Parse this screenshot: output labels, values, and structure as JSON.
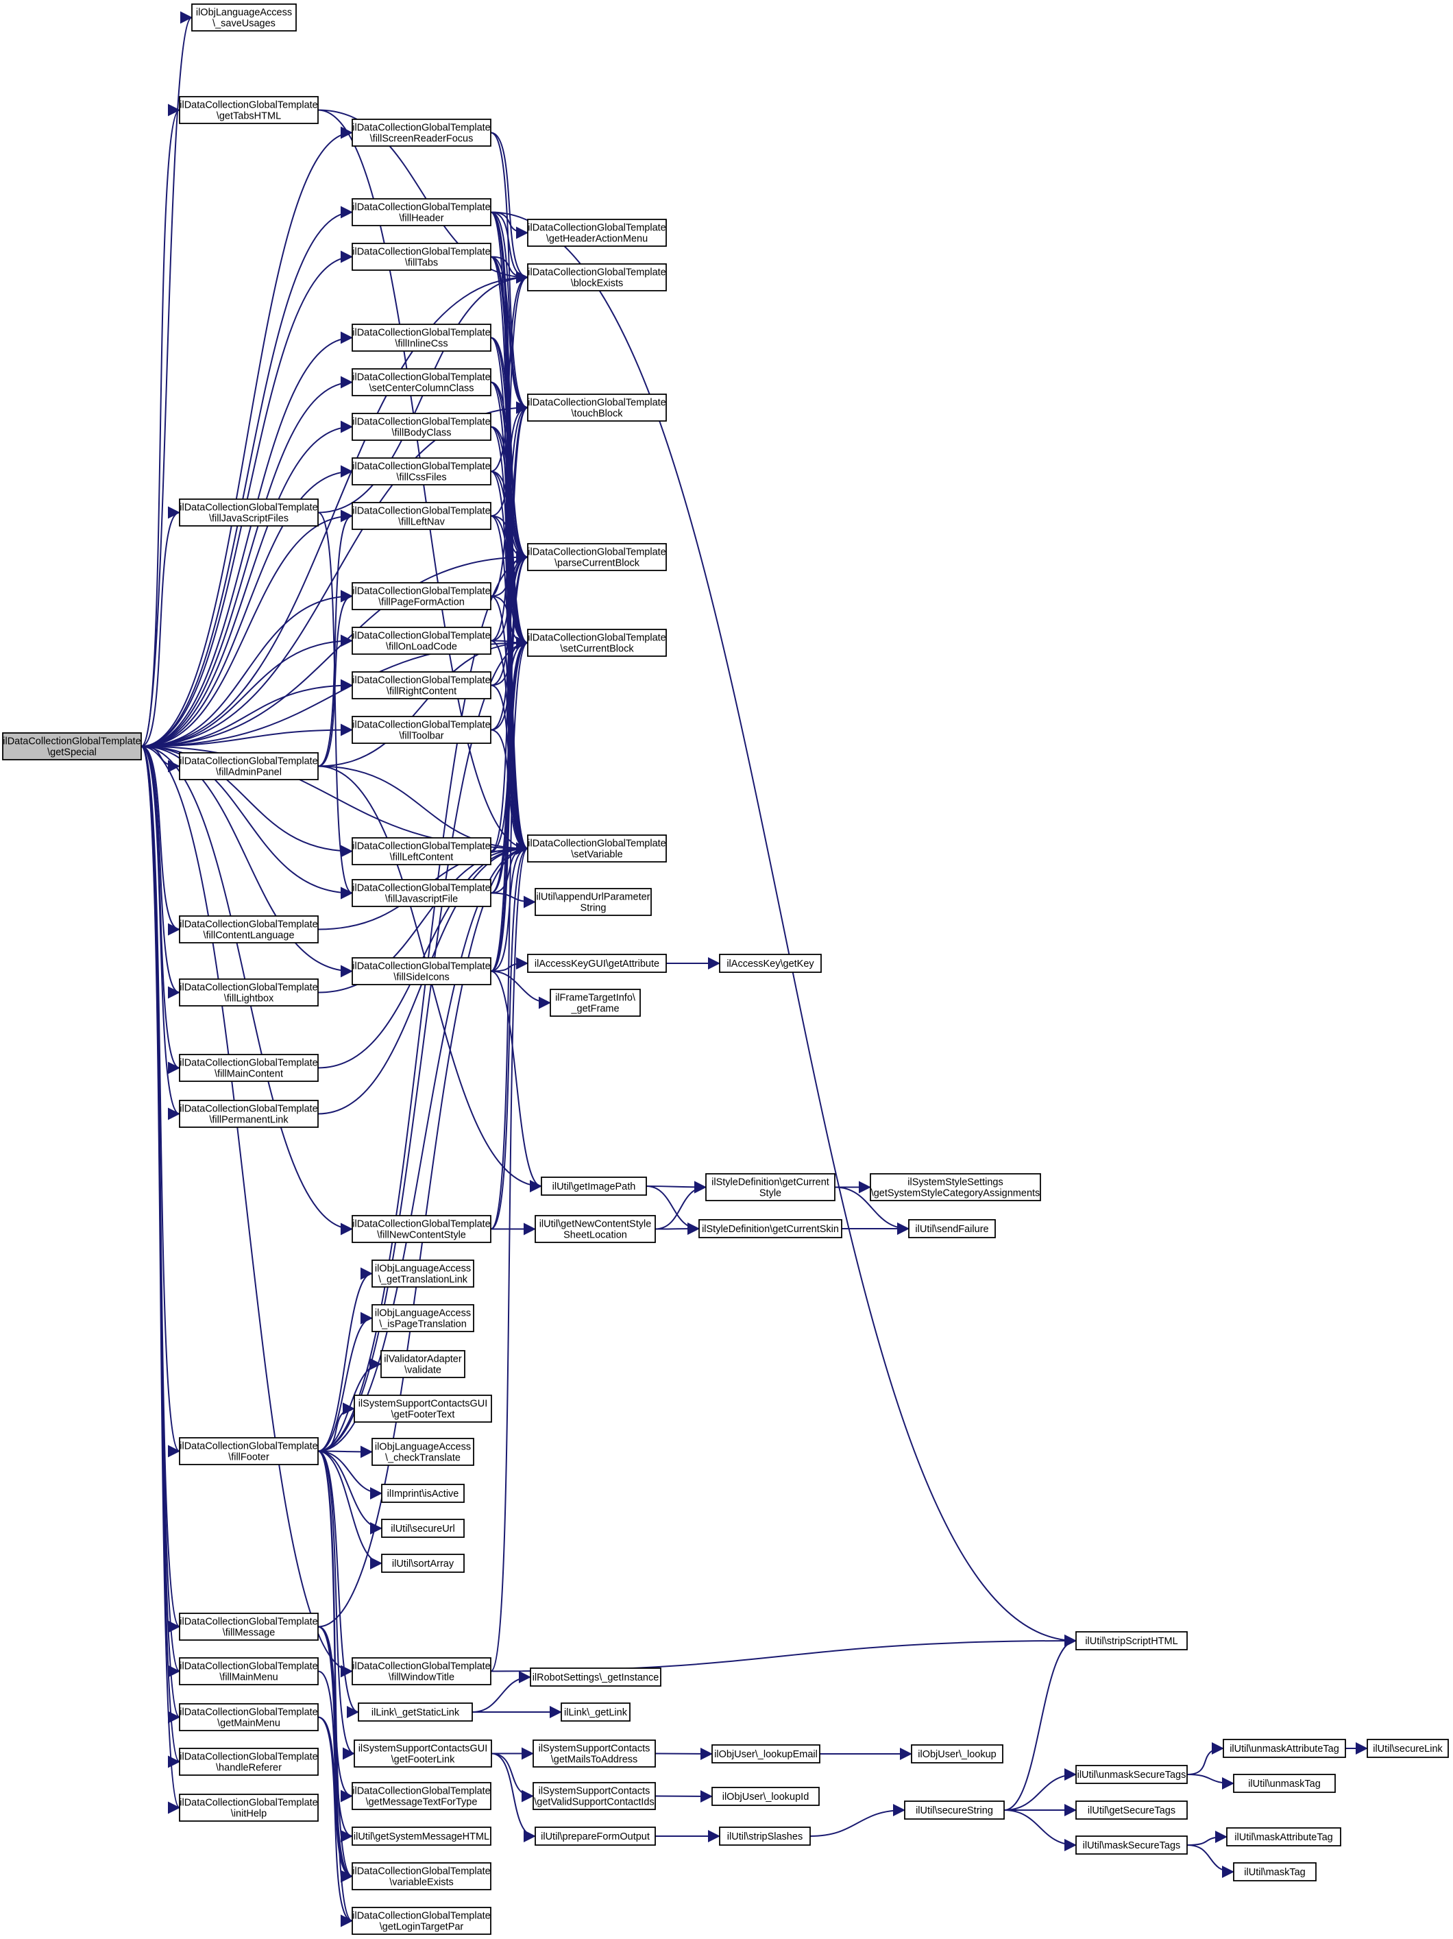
{
  "root": "ilDataCollectionGlobalTemplate::getSpecial",
  "nodes": [
    {
      "id": "root",
      "lines": [
        "ilDataCollectionGlobalTemplate",
        "\\getSpecial"
      ],
      "root": true
    },
    {
      "id": "saveUsages",
      "lines": [
        "ilObjLanguageAccess",
        "\\_saveUsages"
      ]
    },
    {
      "id": "getTabsHTML",
      "lines": [
        "ilDataCollectionGlobalTemplate",
        "\\getTabsHTML"
      ]
    },
    {
      "id": "fillScreenReaderFocus",
      "lines": [
        "ilDataCollectionGlobalTemplate",
        "\\fillScreenReaderFocus"
      ]
    },
    {
      "id": "fillHeader",
      "lines": [
        "ilDataCollectionGlobalTemplate",
        "\\fillHeader"
      ]
    },
    {
      "id": "fillTabs",
      "lines": [
        "ilDataCollectionGlobalTemplate",
        "\\fillTabs"
      ]
    },
    {
      "id": "fillInlineCss",
      "lines": [
        "ilDataCollectionGlobalTemplate",
        "\\fillInlineCss"
      ]
    },
    {
      "id": "setCenterColumnClass",
      "lines": [
        "ilDataCollectionGlobalTemplate",
        "\\setCenterColumnClass"
      ]
    },
    {
      "id": "fillBodyClass",
      "lines": [
        "ilDataCollectionGlobalTemplate",
        "\\fillBodyClass"
      ]
    },
    {
      "id": "fillCssFiles",
      "lines": [
        "ilDataCollectionGlobalTemplate",
        "\\fillCssFiles"
      ]
    },
    {
      "id": "fillJavaScriptFiles",
      "lines": [
        "ilDataCollectionGlobalTemplate",
        "\\fillJavaScriptFiles"
      ]
    },
    {
      "id": "fillLeftNav",
      "lines": [
        "ilDataCollectionGlobalTemplate",
        "\\fillLeftNav"
      ]
    },
    {
      "id": "fillPageFormAction",
      "lines": [
        "ilDataCollectionGlobalTemplate",
        "\\fillPageFormAction"
      ]
    },
    {
      "id": "fillOnLoadCode",
      "lines": [
        "ilDataCollectionGlobalTemplate",
        "\\fillOnLoadCode"
      ]
    },
    {
      "id": "fillRightContent",
      "lines": [
        "ilDataCollectionGlobalTemplate",
        "\\fillRightContent"
      ]
    },
    {
      "id": "fillToolbar",
      "lines": [
        "ilDataCollectionGlobalTemplate",
        "\\fillToolbar"
      ]
    },
    {
      "id": "fillAdminPanel",
      "lines": [
        "ilDataCollectionGlobalTemplate",
        "\\fillAdminPanel"
      ]
    },
    {
      "id": "fillLeftContent",
      "lines": [
        "ilDataCollectionGlobalTemplate",
        "\\fillLeftContent"
      ]
    },
    {
      "id": "fillJavascriptFile",
      "lines": [
        "ilDataCollectionGlobalTemplate",
        "\\fillJavascriptFile"
      ]
    },
    {
      "id": "fillContentLanguage",
      "lines": [
        "ilDataCollectionGlobalTemplate",
        "\\fillContentLanguage"
      ]
    },
    {
      "id": "fillSideIcons",
      "lines": [
        "ilDataCollectionGlobalTemplate",
        "\\fillSideIcons"
      ]
    },
    {
      "id": "fillLightbox",
      "lines": [
        "ilDataCollectionGlobalTemplate",
        "\\fillLightbox"
      ]
    },
    {
      "id": "fillMainContent",
      "lines": [
        "ilDataCollectionGlobalTemplate",
        "\\fillMainContent"
      ]
    },
    {
      "id": "fillPermanentLink",
      "lines": [
        "ilDataCollectionGlobalTemplate",
        "\\fillPermanentLink"
      ]
    },
    {
      "id": "fillNewContentStyle",
      "lines": [
        "ilDataCollectionGlobalTemplate",
        "\\fillNewContentStyle"
      ]
    },
    {
      "id": "fillFooter",
      "lines": [
        "ilDataCollectionGlobalTemplate",
        "\\fillFooter"
      ]
    },
    {
      "id": "fillMessage",
      "lines": [
        "ilDataCollectionGlobalTemplate",
        "\\fillMessage"
      ]
    },
    {
      "id": "fillWindowTitle",
      "lines": [
        "ilDataCollectionGlobalTemplate",
        "\\fillWindowTitle"
      ]
    },
    {
      "id": "fillMainMenu",
      "lines": [
        "ilDataCollectionGlobalTemplate",
        "\\fillMainMenu"
      ]
    },
    {
      "id": "getMainMenu",
      "lines": [
        "ilDataCollectionGlobalTemplate",
        "\\getMainMenu"
      ]
    },
    {
      "id": "handleReferer",
      "lines": [
        "ilDataCollectionGlobalTemplate",
        "\\handleReferer"
      ]
    },
    {
      "id": "initHelp",
      "lines": [
        "ilDataCollectionGlobalTemplate",
        "\\initHelp"
      ]
    },
    {
      "id": "getHeaderActionMenu",
      "lines": [
        "ilDataCollectionGlobalTemplate",
        "\\getHeaderActionMenu"
      ]
    },
    {
      "id": "blockExists",
      "lines": [
        "ilDataCollectionGlobalTemplate",
        "\\blockExists"
      ]
    },
    {
      "id": "touchBlock",
      "lines": [
        "ilDataCollectionGlobalTemplate",
        "\\touchBlock"
      ]
    },
    {
      "id": "parseCurrentBlock",
      "lines": [
        "ilDataCollectionGlobalTemplate",
        "\\parseCurrentBlock"
      ]
    },
    {
      "id": "setCurrentBlock",
      "lines": [
        "ilDataCollectionGlobalTemplate",
        "\\setCurrentBlock"
      ]
    },
    {
      "id": "setVariable",
      "lines": [
        "ilDataCollectionGlobalTemplate",
        "\\setVariable"
      ]
    },
    {
      "id": "appendUrlParameterString",
      "lines": [
        "ilUtil\\appendUrlParameter",
        "String"
      ]
    },
    {
      "id": "getAttribute",
      "lines": [
        "ilAccessKeyGUI\\getAttribute"
      ]
    },
    {
      "id": "getKey",
      "lines": [
        "ilAccessKey\\getKey"
      ]
    },
    {
      "id": "getFrame",
      "lines": [
        "ilFrameTargetInfo\\",
        "_getFrame"
      ]
    },
    {
      "id": "getImagePath",
      "lines": [
        "ilUtil\\getImagePath"
      ]
    },
    {
      "id": "getNewContentStyleSheetLocation",
      "lines": [
        "ilUtil\\getNewContentStyle",
        "SheetLocation"
      ]
    },
    {
      "id": "getCurrentStyle",
      "lines": [
        "ilStyleDefinition\\getCurrent",
        "Style"
      ]
    },
    {
      "id": "getSystemStyleCategoryAssignments",
      "lines": [
        "ilSystemStyleSettings",
        "\\getSystemStyleCategoryAssignments"
      ]
    },
    {
      "id": "getCurrentSkin",
      "lines": [
        "ilStyleDefinition\\getCurrentSkin"
      ]
    },
    {
      "id": "sendFailure",
      "lines": [
        "ilUtil\\sendFailure"
      ]
    },
    {
      "id": "getTranslationLink",
      "lines": [
        "ilObjLanguageAccess",
        "\\_getTranslationLink"
      ]
    },
    {
      "id": "isPageTranslation",
      "lines": [
        "ilObjLanguageAccess",
        "\\_isPageTranslation"
      ]
    },
    {
      "id": "validate",
      "lines": [
        "ilValidatorAdapter",
        "\\validate"
      ]
    },
    {
      "id": "getFooterText",
      "lines": [
        "ilSystemSupportContactsGUI",
        "\\getFooterText"
      ]
    },
    {
      "id": "checkTranslate",
      "lines": [
        "ilObjLanguageAccess",
        "\\_checkTranslate"
      ]
    },
    {
      "id": "isActive",
      "lines": [
        "ilImprint\\isActive"
      ]
    },
    {
      "id": "secureUrl",
      "lines": [
        "ilUtil\\secureUrl"
      ]
    },
    {
      "id": "sortArray",
      "lines": [
        "ilUtil\\sortArray"
      ]
    },
    {
      "id": "stripScriptHTML",
      "lines": [
        "ilUtil\\stripScriptHTML"
      ]
    },
    {
      "id": "robotGetInstance",
      "lines": [
        "ilRobotSettings\\_getInstance"
      ]
    },
    {
      "id": "getStaticLink",
      "lines": [
        "ilLink\\_getStaticLink"
      ]
    },
    {
      "id": "getLink",
      "lines": [
        "ilLink\\_getLink"
      ]
    },
    {
      "id": "getFooterLink",
      "lines": [
        "ilSystemSupportContactsGUI",
        "\\getFooterLink"
      ]
    },
    {
      "id": "getMailsToAddress",
      "lines": [
        "ilSystemSupportContacts",
        "\\getMailsToAddress"
      ]
    },
    {
      "id": "lookupEmail",
      "lines": [
        "ilObjUser\\_lookupEmail"
      ]
    },
    {
      "id": "lookup",
      "lines": [
        "ilObjUser\\_lookup"
      ]
    },
    {
      "id": "getValidSupportContactIds",
      "lines": [
        "ilSystemSupportContacts",
        "\\getValidSupportContactIds"
      ]
    },
    {
      "id": "lookupId",
      "lines": [
        "ilObjUser\\_lookupId"
      ]
    },
    {
      "id": "getMessageTextForType",
      "lines": [
        "ilDataCollectionGlobalTemplate",
        "\\getMessageTextForType"
      ]
    },
    {
      "id": "prepareFormOutput",
      "lines": [
        "ilUtil\\prepareFormOutput"
      ]
    },
    {
      "id": "stripSlashes",
      "lines": [
        "ilUtil\\stripSlashes"
      ]
    },
    {
      "id": "secureString",
      "lines": [
        "ilUtil\\secureString"
      ]
    },
    {
      "id": "unmaskSecureTags",
      "lines": [
        "ilUtil\\unmaskSecureTags"
      ]
    },
    {
      "id": "unmaskAttributeTag",
      "lines": [
        "ilUtil\\unmaskAttributeTag"
      ]
    },
    {
      "id": "secureLink",
      "lines": [
        "ilUtil\\secureLink"
      ]
    },
    {
      "id": "unmaskTag",
      "lines": [
        "ilUtil\\unmaskTag"
      ]
    },
    {
      "id": "getSecureTags",
      "lines": [
        "ilUtil\\getSecureTags"
      ]
    },
    {
      "id": "maskSecureTags",
      "lines": [
        "ilUtil\\maskSecureTags"
      ]
    },
    {
      "id": "maskAttributeTag",
      "lines": [
        "ilUtil\\maskAttributeTag"
      ]
    },
    {
      "id": "maskTag",
      "lines": [
        "ilUtil\\maskTag"
      ]
    },
    {
      "id": "getSystemMessageHTML",
      "lines": [
        "ilUtil\\getSystemMessageHTML"
      ]
    },
    {
      "id": "variableExists",
      "lines": [
        "ilDataCollectionGlobalTemplate",
        "\\variableExists"
      ]
    },
    {
      "id": "getLoginTargetPar",
      "lines": [
        "ilDataCollectionGlobalTemplate",
        "\\getLoginTargetPar"
      ]
    }
  ],
  "edges": [
    [
      "root",
      "saveUsages"
    ],
    [
      "root",
      "getTabsHTML"
    ],
    [
      "root",
      "fillScreenReaderFocus"
    ],
    [
      "root",
      "fillHeader"
    ],
    [
      "root",
      "fillTabs"
    ],
    [
      "root",
      "fillInlineCss"
    ],
    [
      "root",
      "setCenterColumnClass"
    ],
    [
      "root",
      "fillBodyClass"
    ],
    [
      "root",
      "fillCssFiles"
    ],
    [
      "root",
      "fillJavaScriptFiles"
    ],
    [
      "root",
      "fillLeftNav"
    ],
    [
      "root",
      "fillPageFormAction"
    ],
    [
      "root",
      "fillOnLoadCode"
    ],
    [
      "root",
      "fillRightContent"
    ],
    [
      "root",
      "fillToolbar"
    ],
    [
      "root",
      "fillAdminPanel"
    ],
    [
      "root",
      "fillLeftContent"
    ],
    [
      "root",
      "fillJavascriptFile"
    ],
    [
      "root",
      "fillContentLanguage"
    ],
    [
      "root",
      "fillSideIcons"
    ],
    [
      "root",
      "fillLightbox"
    ],
    [
      "root",
      "fillMainContent"
    ],
    [
      "root",
      "fillPermanentLink"
    ],
    [
      "root",
      "fillNewContentStyle"
    ],
    [
      "root",
      "fillFooter"
    ],
    [
      "root",
      "fillMessage"
    ],
    [
      "root",
      "fillWindowTitle"
    ],
    [
      "root",
      "fillMainMenu"
    ],
    [
      "root",
      "getMainMenu"
    ],
    [
      "root",
      "handleReferer"
    ],
    [
      "root",
      "initHelp"
    ],
    [
      "root",
      "blockExists"
    ],
    [
      "root",
      "touchBlock"
    ],
    [
      "root",
      "setVariable"
    ],
    [
      "root",
      "parseCurrentBlock"
    ],
    [
      "root",
      "setCurrentBlock"
    ],
    [
      "getTabsHTML",
      "blockExists"
    ],
    [
      "getTabsHTML",
      "setVariable"
    ],
    [
      "fillScreenReaderFocus",
      "touchBlock"
    ],
    [
      "fillScreenReaderFocus",
      "blockExists"
    ],
    [
      "fillHeader",
      "getHeaderActionMenu"
    ],
    [
      "fillHeader",
      "blockExists"
    ],
    [
      "fillHeader",
      "setVariable"
    ],
    [
      "fillHeader",
      "parseCurrentBlock"
    ],
    [
      "fillHeader",
      "setCurrentBlock"
    ],
    [
      "fillHeader",
      "touchBlock"
    ],
    [
      "fillHeader",
      "stripScriptHTML"
    ],
    [
      "fillTabs",
      "blockExists"
    ],
    [
      "fillTabs",
      "setVariable"
    ],
    [
      "fillTabs",
      "touchBlock"
    ],
    [
      "fillTabs",
      "parseCurrentBlock"
    ],
    [
      "fillTabs",
      "setCurrentBlock"
    ],
    [
      "fillInlineCss",
      "setVariable"
    ],
    [
      "fillInlineCss",
      "parseCurrentBlock"
    ],
    [
      "fillInlineCss",
      "setCurrentBlock"
    ],
    [
      "setCenterColumnClass",
      "setVariable"
    ],
    [
      "setCenterColumnClass",
      "parseCurrentBlock"
    ],
    [
      "setCenterColumnClass",
      "setCurrentBlock"
    ],
    [
      "fillBodyClass",
      "setVariable"
    ],
    [
      "fillBodyClass",
      "parseCurrentBlock"
    ],
    [
      "fillBodyClass",
      "setCurrentBlock"
    ],
    [
      "fillCssFiles",
      "setVariable"
    ],
    [
      "fillCssFiles",
      "parseCurrentBlock"
    ],
    [
      "fillCssFiles",
      "setCurrentBlock"
    ],
    [
      "fillCssFiles",
      "blockExists"
    ],
    [
      "fillJavaScriptFiles",
      "fillJavascriptFile"
    ],
    [
      "fillJavaScriptFiles",
      "blockExists"
    ],
    [
      "fillLeftNav",
      "setVariable"
    ],
    [
      "fillLeftNav",
      "parseCurrentBlock"
    ],
    [
      "fillLeftNav",
      "setCurrentBlock"
    ],
    [
      "fillLeftNav",
      "touchBlock"
    ],
    [
      "fillPageFormAction",
      "setVariable"
    ],
    [
      "fillPageFormAction",
      "parseCurrentBlock"
    ],
    [
      "fillPageFormAction",
      "setCurrentBlock"
    ],
    [
      "fillPageFormAction",
      "blockExists"
    ],
    [
      "fillOnLoadCode",
      "setVariable"
    ],
    [
      "fillOnLoadCode",
      "parseCurrentBlock"
    ],
    [
      "fillOnLoadCode",
      "setCurrentBlock"
    ],
    [
      "fillOnLoadCode",
      "touchBlock"
    ],
    [
      "fillRightContent",
      "setVariable"
    ],
    [
      "fillRightContent",
      "parseCurrentBlock"
    ],
    [
      "fillRightContent",
      "setCurrentBlock"
    ],
    [
      "fillToolbar",
      "setVariable"
    ],
    [
      "fillToolbar",
      "setCurrentBlock"
    ],
    [
      "fillToolbar",
      "parseCurrentBlock"
    ],
    [
      "fillAdminPanel",
      "fillLeftNav"
    ],
    [
      "fillAdminPanel",
      "fillPageFormAction"
    ],
    [
      "fillAdminPanel",
      "setVariable"
    ],
    [
      "fillAdminPanel",
      "setCurrentBlock"
    ],
    [
      "fillAdminPanel",
      "getImagePath"
    ],
    [
      "fillLeftContent",
      "setVariable"
    ],
    [
      "fillLeftContent",
      "touchBlock"
    ],
    [
      "fillLeftContent",
      "setCurrentBlock"
    ],
    [
      "fillJavascriptFile",
      "setVariable"
    ],
    [
      "fillJavascriptFile",
      "setCurrentBlock"
    ],
    [
      "fillJavascriptFile",
      "parseCurrentBlock"
    ],
    [
      "fillJavascriptFile",
      "appendUrlParameterString"
    ],
    [
      "fillContentLanguage",
      "setVariable"
    ],
    [
      "fillLightbox",
      "setVariable"
    ],
    [
      "fillMainContent",
      "setVariable"
    ],
    [
      "fillPermanentLink",
      "setVariable"
    ],
    [
      "fillSideIcons",
      "getAttribute"
    ],
    [
      "fillSideIcons",
      "getFrame"
    ],
    [
      "fillSideIcons",
      "setVariable"
    ],
    [
      "fillSideIcons",
      "setCurrentBlock"
    ],
    [
      "fillSideIcons",
      "parseCurrentBlock"
    ],
    [
      "fillSideIcons",
      "touchBlock"
    ],
    [
      "fillSideIcons",
      "getImagePath"
    ],
    [
      "getAttribute",
      "getKey"
    ],
    [
      "fillNewContentStyle",
      "getNewContentStyleSheetLocation"
    ],
    [
      "fillNewContentStyle",
      "setVariable"
    ],
    [
      "fillNewContentStyle",
      "setCurrentBlock"
    ],
    [
      "getImagePath",
      "getCurrentStyle"
    ],
    [
      "getImagePath",
      "getCurrentSkin"
    ],
    [
      "getNewContentStyleSheetLocation",
      "getCurrentStyle"
    ],
    [
      "getNewContentStyleSheetLocation",
      "getCurrentSkin"
    ],
    [
      "getCurrentStyle",
      "getSystemStyleCategoryAssignments"
    ],
    [
      "getCurrentStyle",
      "sendFailure"
    ],
    [
      "getCurrentSkin",
      "sendFailure"
    ],
    [
      "fillFooter",
      "getTranslationLink"
    ],
    [
      "fillFooter",
      "isPageTranslation"
    ],
    [
      "fillFooter",
      "validate"
    ],
    [
      "fillFooter",
      "getFooterText"
    ],
    [
      "fillFooter",
      "checkTranslate"
    ],
    [
      "fillFooter",
      "isActive"
    ],
    [
      "fillFooter",
      "secureUrl"
    ],
    [
      "fillFooter",
      "sortArray"
    ],
    [
      "fillFooter",
      "setVariable"
    ],
    [
      "fillFooter",
      "setCurrentBlock"
    ],
    [
      "fillFooter",
      "parseCurrentBlock"
    ],
    [
      "fillFooter",
      "getStaticLink"
    ],
    [
      "fillFooter",
      "getFooterLink"
    ],
    [
      "fillFooter",
      "variableExists"
    ],
    [
      "fillFooter",
      "getLoginTargetPar"
    ],
    [
      "fillMessage",
      "getMessageTextForType"
    ],
    [
      "fillMessage",
      "getSystemMessageHTML"
    ],
    [
      "fillMessage",
      "setVariable"
    ],
    [
      "fillMessage",
      "variableExists"
    ],
    [
      "fillWindowTitle",
      "stripScriptHTML"
    ],
    [
      "fillWindowTitle",
      "setVariable"
    ],
    [
      "fillMainMenu",
      "variableExists"
    ],
    [
      "getMainMenu",
      "variableExists"
    ],
    [
      "getMainMenu",
      "getLoginTargetPar"
    ],
    [
      "getStaticLink",
      "robotGetInstance"
    ],
    [
      "getStaticLink",
      "getLink"
    ],
    [
      "getFooterLink",
      "getMailsToAddress"
    ],
    [
      "getFooterLink",
      "getValidSupportContactIds"
    ],
    [
      "getFooterLink",
      "prepareFormOutput"
    ],
    [
      "getMailsToAddress",
      "lookupEmail"
    ],
    [
      "lookupEmail",
      "lookup"
    ],
    [
      "getValidSupportContactIds",
      "lookupId"
    ],
    [
      "prepareFormOutput",
      "stripSlashes"
    ],
    [
      "stripSlashes",
      "secureString"
    ],
    [
      "secureString",
      "unmaskSecureTags"
    ],
    [
      "secureString",
      "getSecureTags"
    ],
    [
      "secureString",
      "maskSecureTags"
    ],
    [
      "secureString",
      "stripScriptHTML"
    ],
    [
      "unmaskSecureTags",
      "unmaskAttributeTag"
    ],
    [
      "unmaskSecureTags",
      "unmaskTag"
    ],
    [
      "unmaskAttributeTag",
      "secureLink"
    ],
    [
      "maskSecureTags",
      "maskAttributeTag"
    ],
    [
      "maskSecureTags",
      "maskTag"
    ]
  ]
}
